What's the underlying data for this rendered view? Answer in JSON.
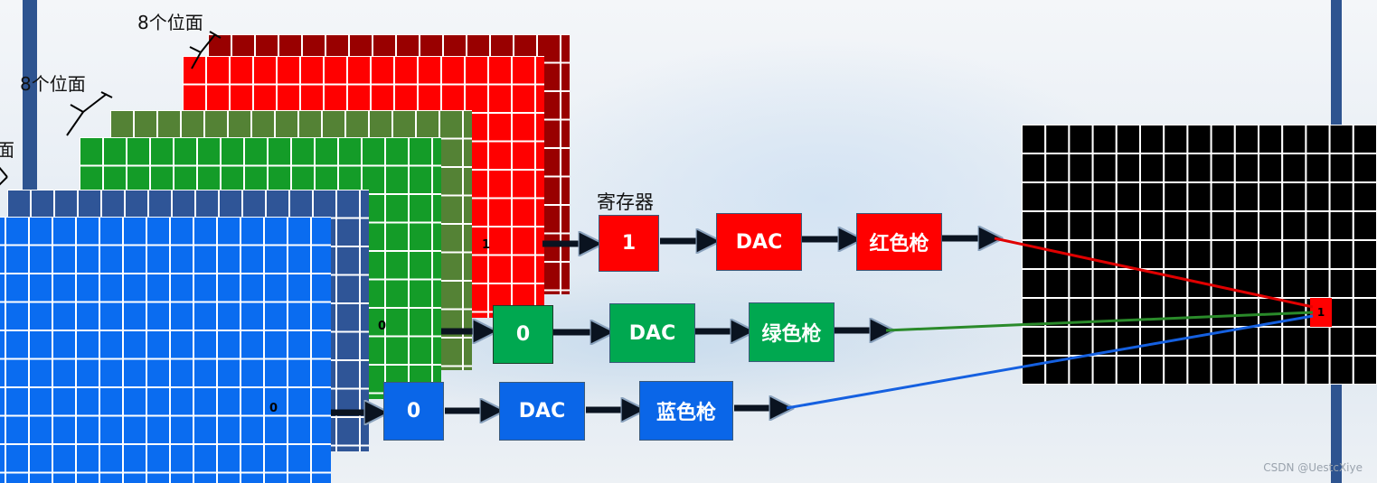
{
  "labels": {
    "bitplanes_red": "8个位面",
    "bitplanes_green": "8个位面",
    "bitplanes_blue_partial": "面",
    "register": "寄存器"
  },
  "cells": {
    "red": "1",
    "green": "0",
    "blue": "0",
    "screen_pixel": "1"
  },
  "channels": {
    "red": {
      "register": "1",
      "dac": "DAC",
      "gun": "红色枪",
      "color": "#ff0000"
    },
    "green": {
      "register": "0",
      "dac": "DAC",
      "gun": "绿色枪",
      "color": "#00a850"
    },
    "blue": {
      "register": "0",
      "dac": "DAC",
      "gun": "蓝色枪",
      "color": "#0a66e8"
    }
  },
  "plane_colors": {
    "dark_red": "#990000",
    "red": "#ff0000",
    "olive_green": "#548235",
    "green": "#149c28",
    "dark_blue": "#2f5597",
    "blue": "#0a6cf0"
  },
  "screen_color": "#000000",
  "watermark": "CSDN @UestcXiye"
}
